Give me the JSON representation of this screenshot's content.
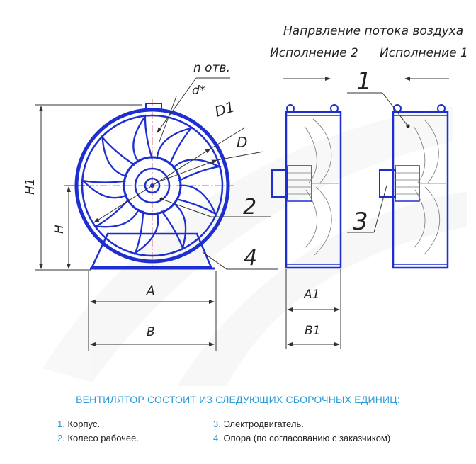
{
  "drawing": {
    "flow_title": "Напрвление потока воздуха",
    "variant_2": "Исполнение 2",
    "variant_1": "Исполнение 1",
    "dims": {
      "n_holes": "n отв.",
      "d_star": "d*",
      "D1": "D1",
      "D": "D",
      "H1": "H1",
      "H": "H",
      "A": "A",
      "B": "B",
      "A1": "A1",
      "B1": "B1"
    },
    "callouts": {
      "c1": "1",
      "c2": "2",
      "c3": "3",
      "c4": "4"
    },
    "colors": {
      "body": "#1d2fd0",
      "accent": "#2a9ad6"
    }
  },
  "caption": "ВЕНТИЛЯТОР СОСТОИТ ИЗ СЛЕДУЮЩИХ СБОРОЧНЫХ ЕДИНИЦ:",
  "parts": [
    {
      "num": "1.",
      "name": "Корпус."
    },
    {
      "num": "2.",
      "name": "Колесо рабочее."
    },
    {
      "num": "3.",
      "name": "Электродвигатель."
    },
    {
      "num": "4.",
      "name": "Опора (по согласованию с заказчиком)"
    }
  ]
}
